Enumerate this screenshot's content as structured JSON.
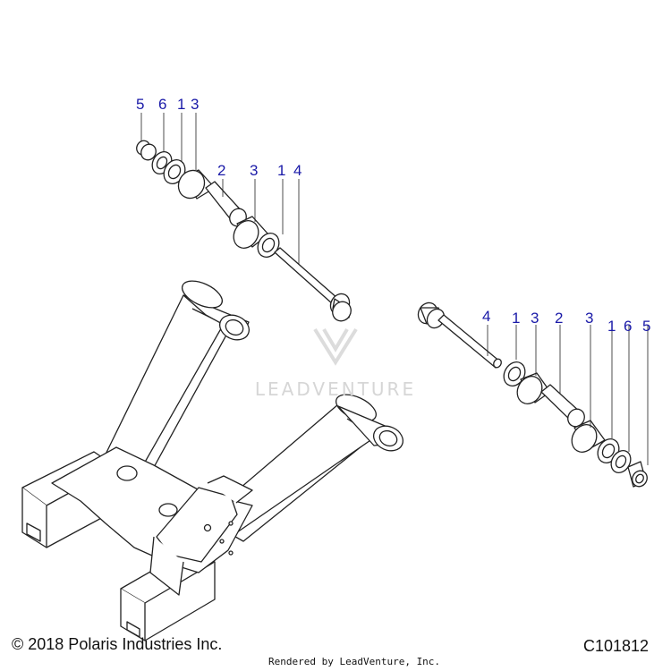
{
  "callouts_upper": [
    "5",
    "6",
    "1",
    "3",
    "2",
    "3",
    "1",
    "4"
  ],
  "callouts_lower": [
    "4",
    "1",
    "3",
    "2",
    "3",
    "1",
    "6",
    "5"
  ],
  "watermark": "LEADVENTURE",
  "copyright": "© 2018 Polaris Industries Inc.",
  "rendered_by": "Rendered by LeadVenture, Inc.",
  "drawing_number": "C101812",
  "colors": {
    "callout": "#1a1aa8",
    "line": "#222222",
    "watermark": "#d6d6d6"
  }
}
